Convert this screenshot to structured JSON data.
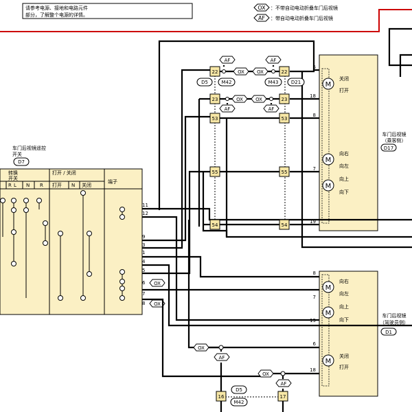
{
  "note": {
    "line1": "请参考电源、接地和电路元件",
    "line2": "部分，了解整个电源的详情。"
  },
  "legend": {
    "ox_tag": "OX",
    "ox_text": "：不带自动电动折叠车门后视镜",
    "af_tag": "AF",
    "af_text": "：带自动电动折叠车门后视镜"
  },
  "tags": {
    "ox": "OX",
    "af": "AF"
  },
  "switch": {
    "title1": "车门后视镜遥控",
    "title2": "开关",
    "id": "D7",
    "hdr_change1": "转换",
    "hdr_change2": "开关",
    "hdr_openclose": "打开 / 关闭",
    "hdr_open": "打开",
    "hdr_close": "关闭",
    "hdr_terminal": "端子",
    "col_r": "R",
    "col_l": "L",
    "col_n": "N",
    "pins": [
      "11",
      "12",
      "9",
      "3",
      "1",
      "4",
      "5",
      "6",
      "7",
      "8"
    ]
  },
  "connectors": {
    "c22": "22",
    "c23": "23",
    "c53": "53",
    "c55": "55",
    "c54": "54",
    "c16": "16",
    "c17": "17",
    "d5": "D5",
    "m42": "M42",
    "m43": "M43",
    "d21": "D21"
  },
  "mirror_passenger": {
    "title1": "车门后视镜",
    "title2": "（乘客侧）",
    "id": "D17",
    "pins": [
      "6",
      "18",
      "8",
      "7",
      "19"
    ],
    "close": "关闭",
    "open": "打开",
    "right": "向右",
    "left": "向左",
    "up": "向上",
    "down": "向下"
  },
  "mirror_driver": {
    "title1": "车门后视镜",
    "title2": "（驾驶员侧）",
    "id": "D1",
    "pins": [
      "8",
      "7",
      "19",
      "6",
      "18"
    ],
    "right": "向右",
    "left": "向左",
    "up": "向上",
    "down": "向下",
    "close": "关闭",
    "open": "打开"
  },
  "motor_label": "M",
  "colors": {
    "frame_red": "#cc0000",
    "box_fill": "#fbf0c4",
    "connector_fill": "#f7e7a6"
  }
}
